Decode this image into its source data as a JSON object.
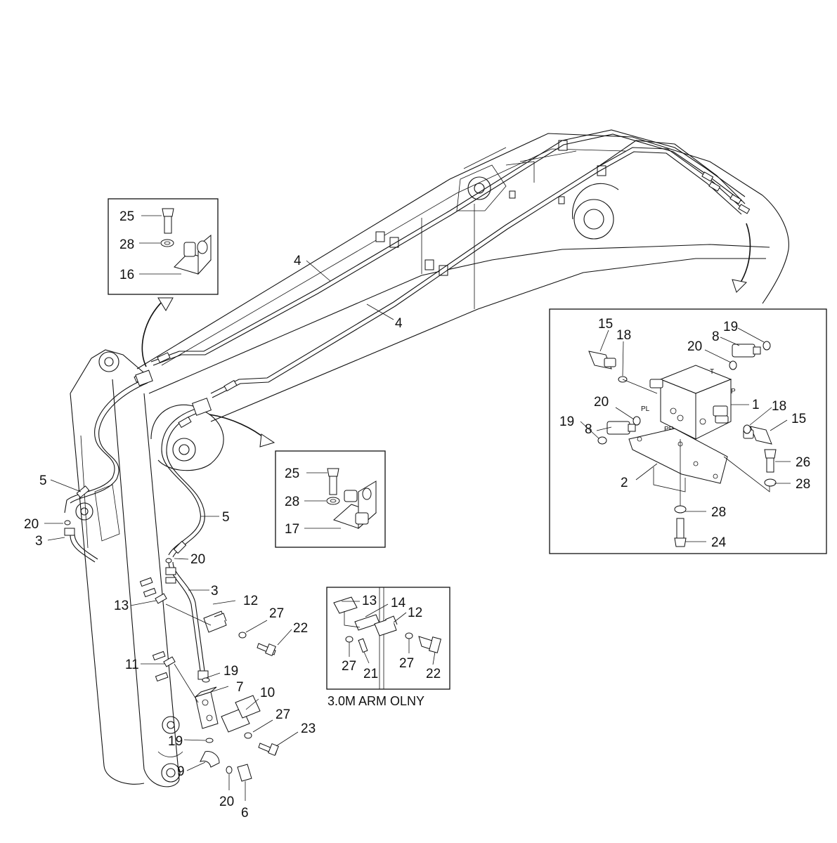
{
  "diagram": {
    "inset_caption": "3.0M ARM OLNY",
    "valve_port_labels": {
      "t": "T",
      "p": "P",
      "pl": "PL",
      "pr": "PR"
    },
    "callouts": {
      "c25a": "25",
      "c28a": "28",
      "c16": "16",
      "c4a": "4",
      "c4b": "4",
      "c5a": "5",
      "c5b": "5",
      "c20a": "20",
      "c20b": "20",
      "c20c": "20",
      "c20d": "20",
      "c20e": "20",
      "c3a": "3",
      "c3b": "3",
      "c25b": "25",
      "c28b": "28",
      "c17": "17",
      "c13a": "13",
      "c13b": "13",
      "c12a": "12",
      "c12b": "12",
      "c14": "14",
      "c27a": "27",
      "c27b": "27",
      "c27c": "27",
      "c27d": "27",
      "c22a": "22",
      "c22b": "22",
      "c21": "21",
      "c11": "11",
      "c19a": "19",
      "c19b": "19",
      "c19c": "19",
      "c19d": "19",
      "c7": "7",
      "c10": "10",
      "c23": "23",
      "c9": "9",
      "c6": "6",
      "c15a": "15",
      "c15b": "15",
      "c18a": "18",
      "c18b": "18",
      "c8a": "8",
      "c8b": "8",
      "c1": "1",
      "c2": "2",
      "c26": "26",
      "c28c": "28",
      "c28d": "28",
      "c24": "24"
    }
  }
}
